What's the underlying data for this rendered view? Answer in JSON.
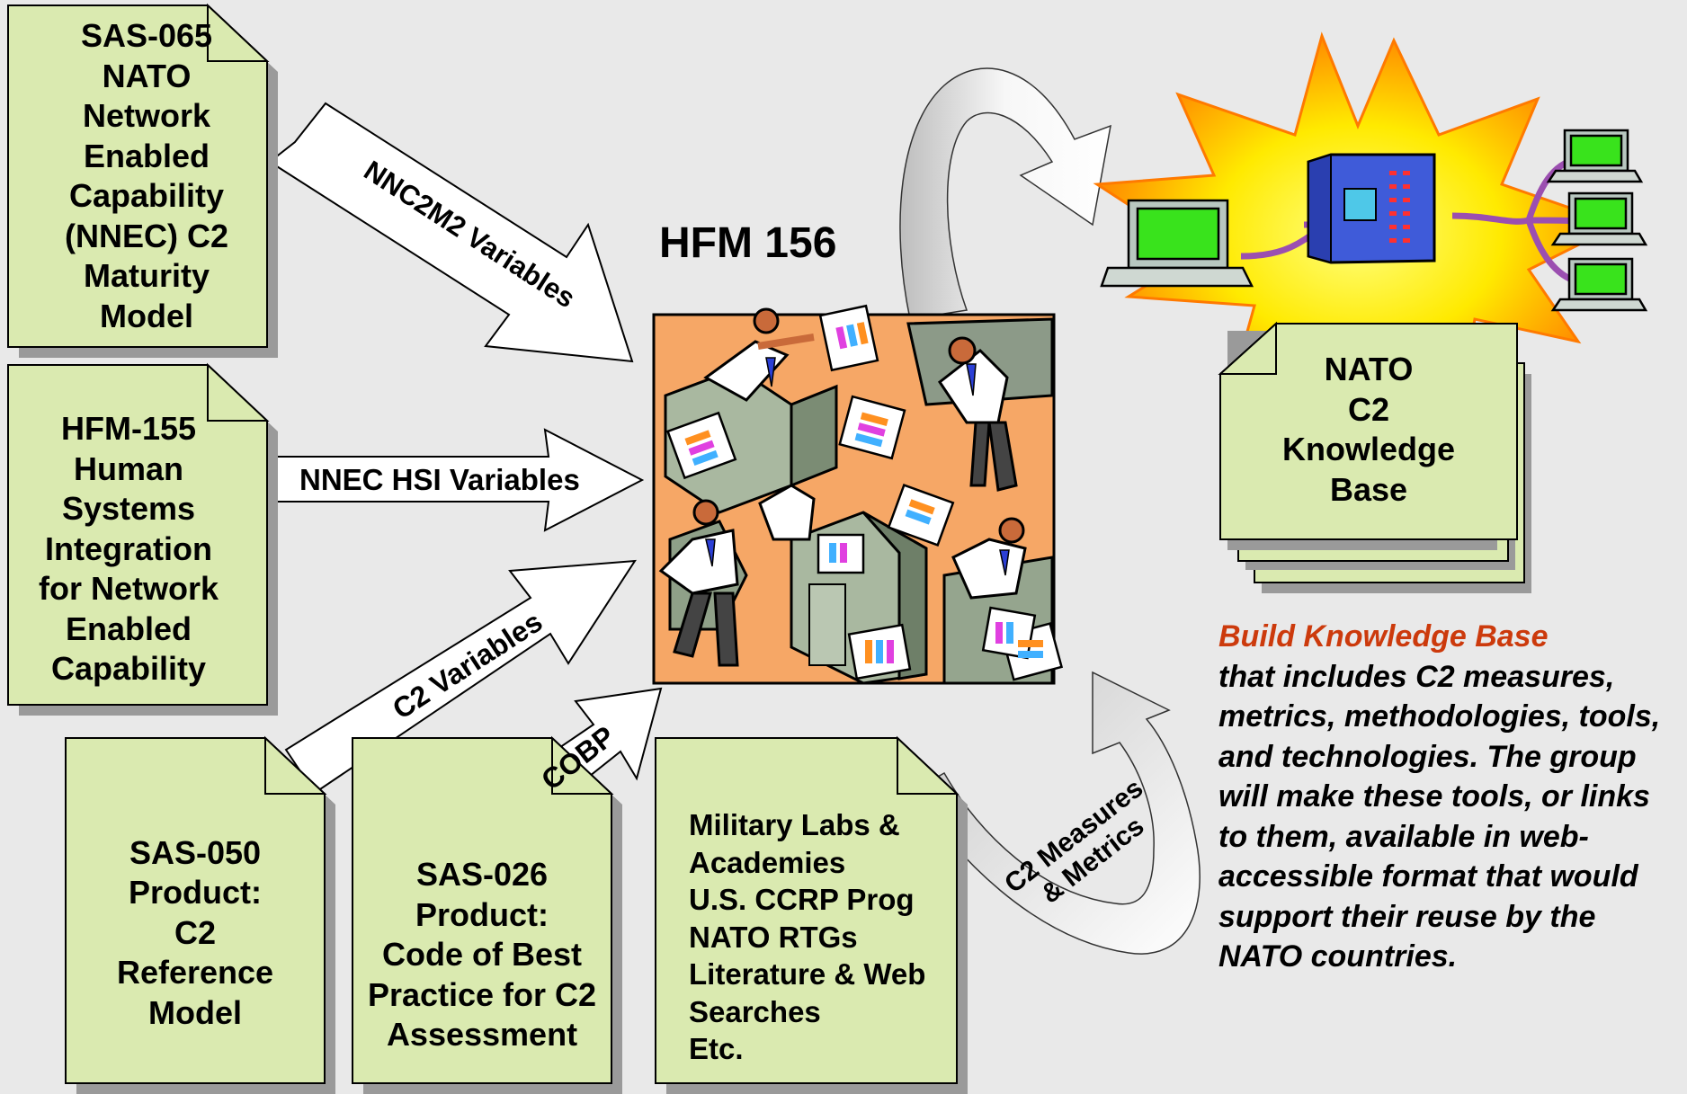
{
  "title": "HFM 156",
  "sources": {
    "sas065": [
      "SAS-065",
      "NATO",
      "Network",
      "Enabled",
      "Capability",
      "(NNEC) C2",
      "Maturity",
      "Model"
    ],
    "hfm155": [
      "HFM-155",
      "Human",
      "Systems",
      "Integration",
      "for Network",
      "Enabled",
      "Capability"
    ],
    "sas050": [
      "SAS-050",
      "Product:",
      "C2",
      "Reference",
      "Model"
    ],
    "sas026": [
      "SAS-026",
      "Product:",
      "Code of Best",
      "Practice for C2",
      "Assessment"
    ],
    "labs": [
      "Military Labs &",
      "Academies",
      "U.S. CCRP Prog",
      "NATO RTGs",
      "Literature & Web",
      "Searches",
      "Etc."
    ]
  },
  "arrows": {
    "nnc2m2": "NNC2M2 Variables",
    "nnec_hsi": "NNEC HSI Variables",
    "c2_variables": "C2 Variables",
    "cobp": "COBP",
    "measures_line1": "C2 Measures",
    "measures_line2": "& Metrics"
  },
  "knowledge_base": [
    "NATO",
    "C2",
    "Knowledge",
    "Base"
  ],
  "description": {
    "highlight": "Build Knowledge Base",
    "body": "that includes C2 measures, metrics, methodologies, tools, and technologies.   The group will make these tools, or links to them, available in web-accessible format that would support their reuse by the NATO countries."
  },
  "colors": {
    "doc_fill": "#daeab0",
    "shadow": "#9a9a9a",
    "highlight": "#cc3a0c",
    "clipart_bg": "#f6a766",
    "burst": "#ffe600",
    "burst_edge": "#ff7a00"
  }
}
